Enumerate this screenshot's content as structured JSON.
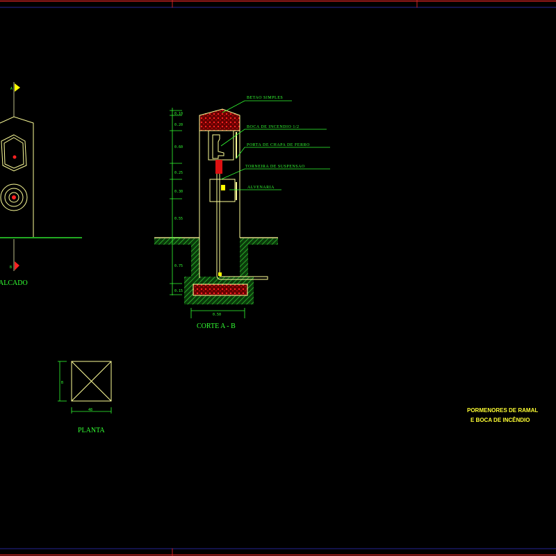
{
  "drawing": {
    "colors": {
      "background": "#000000",
      "object": "#ffff99",
      "annotation": "#33ff33",
      "fill": "#cc0000",
      "frame_outer": "#cc2222",
      "frame_inner": "#1a1a66"
    },
    "section": {
      "title": "CORTE A - B",
      "callouts": [
        "BETAO SIMPLES",
        "BOCA DE INCENDIO 1/2",
        "PORTA DE CHAPA DE FERRO",
        "TORNEIRA DE SUSPENSAO",
        "ALVENARIA"
      ],
      "vertical_dims": [
        "0.10",
        "0.20",
        "0.60",
        "0.25",
        "0.30",
        "0.55",
        "0.75",
        "0.15"
      ],
      "width_dim": "0.50"
    },
    "elevation": {
      "title": "ALCADO",
      "section_mark_top": "A",
      "section_mark_bottom": "B"
    },
    "plan": {
      "title": "PLANTA",
      "dim_vertical": "B",
      "dim_horizontal": "48"
    },
    "sheet_title": [
      "PORMENORES DE RAMAL",
      "E BOCA DE INCÊNDIO"
    ]
  }
}
